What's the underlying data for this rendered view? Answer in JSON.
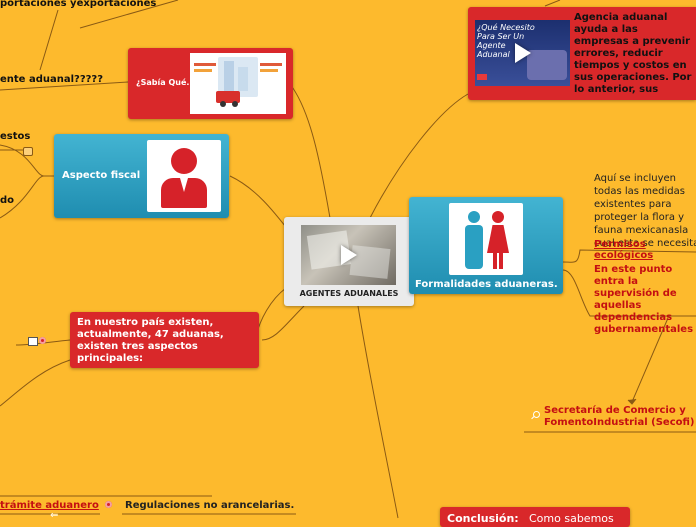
{
  "center": {
    "title": "AGENTES ADUANALES"
  },
  "nodes": {
    "sabia_que": {
      "label": "¿Sabía Qué..."
    },
    "aspecto_fiscal": {
      "label": "Aspecto fiscal"
    },
    "formalidades": {
      "label": "Formalidades aduaneras."
    },
    "agencia": {
      "text": "Agencia aduanal ayuda a las empresas a prevenir errores, reducir tiempos y costos en sus operaciones. Por lo anterior, sus funciones se pueden clasificar de la siguiente manera:"
    },
    "en_nuestro_pais": {
      "text": "En nuestro país existen, actualmente, 47 aduanas, existen tres aspectos principales:"
    },
    "conclusion": {
      "title": "Conclusión:",
      "text": "Como sabemos"
    }
  },
  "side_labels": {
    "top_left": "portaciones yexportaciones",
    "agente_aduanal": "ente aduanal?????",
    "impuestos": "estos",
    "do": "do",
    "tramite": "trámite aduanero",
    "regulaciones": "Regulaciones no arancelarias."
  },
  "right_texts": {
    "aqui": "Aquí se incluyen todas las medidas existentes para proteger la flora y fauna mexicanasla cual esta se necesita:",
    "permisos": "Permisos ecológicos",
    "en_este_punto": "En este punto entra la supervisión de aquellas dependencias gubernamentales",
    "secretaria": "Secretaría de Comercio y FomentoIndustrial (Secofi)"
  },
  "video_thumb": {
    "caption": "¿Qué Necesito Para Ser Un Agente Aduanal"
  },
  "colors": {
    "background": "#fdba2d",
    "red_node": "#d9282a",
    "blue_node": "#2aa0c2",
    "line": "#8a5a14",
    "text_red": "#c40f12"
  },
  "icons": [
    "play-icon",
    "person-icon",
    "couple-icon",
    "note-icon",
    "marker-icon",
    "magnifier-icon"
  ]
}
